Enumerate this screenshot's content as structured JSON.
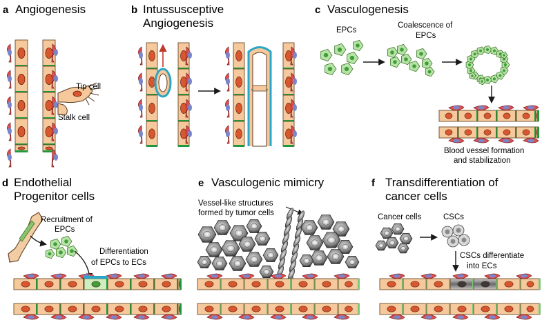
{
  "panels": {
    "a": {
      "letter": "a",
      "title_lines": [
        "Angiogenesis"
      ],
      "labels": {
        "tip_cell": "Tip cell",
        "stalk_cell": "Stalk cell"
      }
    },
    "b": {
      "letter": "b",
      "title_lines": [
        "Intussusceptive",
        "Angiogenesis"
      ]
    },
    "c": {
      "letter": "c",
      "title_lines": [
        "Vasculogenesis"
      ],
      "labels": {
        "epcs": "EPCs",
        "coalescence": [
          "Coalescence of",
          "EPCs"
        ],
        "formation": [
          "Blood vessel formation",
          "and stabilization"
        ]
      }
    },
    "d": {
      "letter": "d",
      "title_lines": [
        "Endothelial",
        "Progenitor cells"
      ],
      "labels": {
        "recruitment": [
          "Recruitment of",
          "EPCs"
        ],
        "differentiation": [
          "Differentiation",
          "of EPCs to ECs"
        ]
      }
    },
    "e": {
      "letter": "e",
      "title_lines": [
        "Vasculogenic mimicry"
      ],
      "labels": {
        "vessel_like": [
          "Vessel-like structures",
          "formed by tumor cells"
        ]
      }
    },
    "f": {
      "letter": "f",
      "title_lines": [
        "Transdifferentiation of",
        "cancer cells"
      ],
      "labels": {
        "cancer_cells": "Cancer cells",
        "cscs": "CSCs",
        "cscs_diff": [
          "CSCs differentiate",
          "into ECs"
        ]
      }
    }
  },
  "colors": {
    "endothelial": "#f6c99c",
    "nucleus": "#d9572f",
    "pericyte": "#df4e4e",
    "pericyte_nucleus": "#7a86c9",
    "junction": "#1e9a3c",
    "epc": "#b8e3a6",
    "epc_nucleus": "#3e9e3a",
    "tumor": "#8a8a8a",
    "basement": "#2aa6c8",
    "arrow_red": "#c0392b"
  }
}
